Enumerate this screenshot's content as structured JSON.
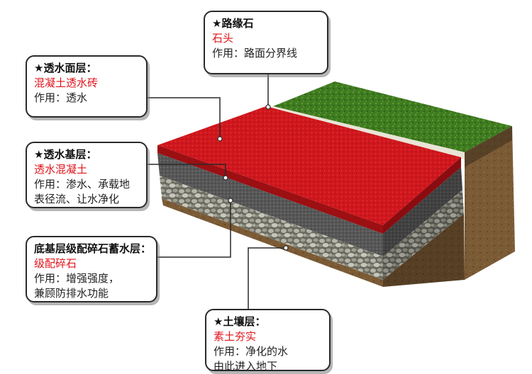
{
  "colors": {
    "title": "#111111",
    "material": "#e0141b",
    "desc": "#222222",
    "red_surface": "#d0181e",
    "grass": "#3f7a22",
    "concrete": "#5a5a5a",
    "gravel": "#8a8a80",
    "soil": "#7a5a35"
  },
  "callouts": {
    "curb": {
      "title": "★路缘石",
      "material": "石头",
      "desc": [
        "作用：路面分界线"
      ]
    },
    "surface": {
      "title": "★透水面层：",
      "material": "混凝土透水砖",
      "desc": [
        "作用：透水"
      ]
    },
    "base": {
      "title": "★透水基层：",
      "material": "透水混凝土",
      "desc": [
        "作用：渗水、承载地",
        "表径流、让水净化"
      ]
    },
    "subbase": {
      "title": "底基层级配碎石蓄水层：",
      "material": "级配碎石",
      "desc": [
        "作用：增强强度，",
        "兼顾防排水功能"
      ]
    },
    "soil": {
      "title": "★土壤层：",
      "material": "素土夯实",
      "desc": [
        "作用：净化的水",
        "由此进入地下"
      ]
    }
  },
  "icons": [
    "star-icon",
    "pointer-dot"
  ]
}
